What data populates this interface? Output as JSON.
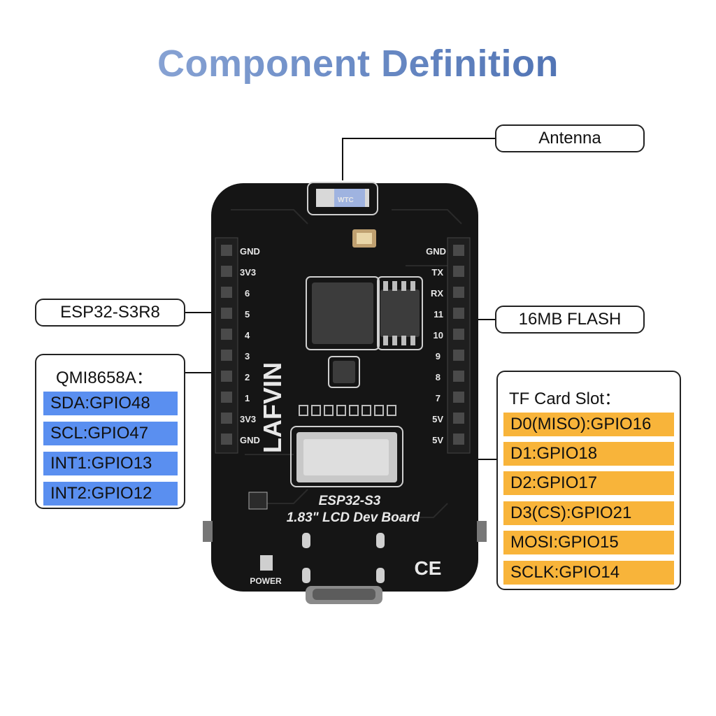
{
  "title": "Component Definition",
  "callouts": {
    "antenna": "Antenna",
    "mcu": "ESP32-S3R8",
    "flash": "16MB FLASH"
  },
  "imu": {
    "heading": "QMI8658A：",
    "pins": [
      "SDA:GPIO48",
      "SCL:GPIO47",
      "INT1:GPIO13",
      "INT2:GPIO12"
    ],
    "color": "#5a8ff0"
  },
  "tf": {
    "heading": "TF Card Slot：",
    "pins": [
      "D0(MISO):GPIO16",
      "D1:GPIO18",
      "D2:GPIO17",
      "D3(CS):GPIO21",
      "MOSI:GPIO15",
      "SCLK:GPIO14"
    ],
    "color": "#f8b43a"
  },
  "board": {
    "left_header": [
      "GND",
      "3V3",
      "6",
      "5",
      "4",
      "3",
      "2",
      "1",
      "3V3",
      "GND"
    ],
    "right_header": [
      "GND",
      "TX",
      "RX",
      "11",
      "10",
      "9",
      "8",
      "7",
      "5V",
      "5V"
    ],
    "brand": "LAFVIN",
    "name_line1": "ESP32-S3",
    "name_line2": "1.83\" LCD Dev Board",
    "power_label": "POWER",
    "ce_mark": "CE",
    "antenna_mark": "WTC"
  }
}
